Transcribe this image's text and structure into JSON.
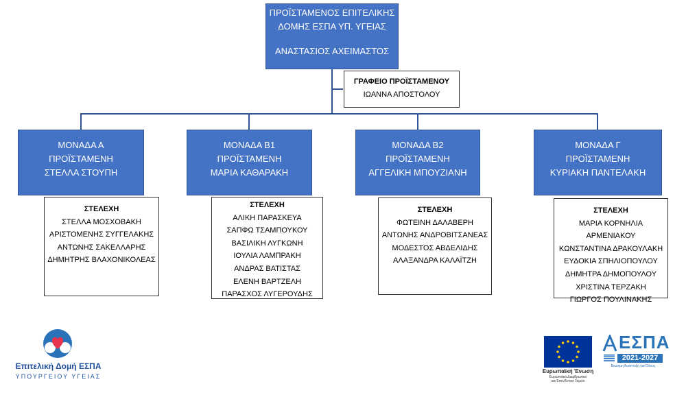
{
  "top": {
    "title_line1": "ΠΡΟΪΣΤΑΜΕΝΟΣ ΕΠΙΤΕΛΙΚΗΣ",
    "title_line2": "ΔΟΜΗΣ ΕΣΠΑ ΥΠ. ΥΓΕΙΑΣ",
    "name": "ΑΝΑΣΤΑΣΙΟΣ ΑΧΕΙΜΑΣΤΟΣ"
  },
  "office": {
    "title": "ΓΡΑΦΕΙΟ ΠΡΟΪΣΤΑΜΕΝΟΥ",
    "name": "ΙΩΑΝΝΑ ΑΠΟΣΤΟΛΟΥ"
  },
  "units": [
    {
      "title": "ΜΟΝΑΔΑ Α",
      "role": "ΠΡΟΪΣΤΑΜΕΝΗ",
      "head": "ΣΤΕΛΛΑ ΣΤΟΥΠΗ",
      "staff_title": "ΣΤΕΛΕΧΗ",
      "staff": [
        "ΣΤΕΛΛΑ ΜΟΣΧΟΒΑΚΗ",
        "ΑΡΙΣΤΟΜΕΝΗΣ ΣΥΓΓΕΛΑΚΗΣ",
        "ΑΝΤΩΝΗΣ ΣΑΚΕΛΛΑΡΗΣ",
        "ΔΗΜΗΤΡΗΣ ΒΛΑΧΟΝΙΚΟΛΕΑΣ"
      ]
    },
    {
      "title": "ΜΟΝΑΔΑ Β1",
      "role": "ΠΡΟΪΣΤΑΜΕΝΗ",
      "head": "ΜΑΡΙΑ ΚΑΘΑΡΑΚΗ",
      "staff_title": "ΣΤΕΛΕΧΗ",
      "staff": [
        "ΑΛΙΚΗ ΠΑΡΑΣΚΕΥΑ",
        "ΣΑΠΦΩ ΤΣΑΜΠΟΥΚΟΥ",
        "ΒΑΣΙΛΙΚΗ ΛΥΓΚΩΝΗ",
        "ΙΟΥΛΙΑ ΛΑΜΠΡΑΚΗ",
        "ΑΝΔΡΑΣ ΒΑΤΙΣΤΑΣ",
        "ΕΛΕΝΗ ΒΑΡΤΖΕΛΗ",
        "ΠΑΡΑΣΧΟΣ ΛΥΓΕΡΟΥΔΗΣ"
      ]
    },
    {
      "title": "ΜΟΝΑΔΑ Β2",
      "role": "ΠΡΟΪΣΤΑΜΕΝΗ",
      "head": "ΑΓΓΕΛΙΚΗ ΜΠΟΥΖΙΑΝΗ",
      "staff_title": "ΣΤΕΛΕΧΗ",
      "staff": [
        "ΦΩΤΕΙΝΗ ΔΑΛΑΒΕΡΗ",
        "ΑΝΤΩΝΗΣ ΑΝΔΡΟΒΙΤΣΑΝΕΑΣ",
        "ΜΟΔΕΣΤΟΣ ΑΒΔΕΛΙΔΗΣ",
        "ΑΛΑΞΑΝΔΡΑ ΚΑΛΑΪΤΖΗ"
      ]
    },
    {
      "title": "ΜΟΝΑΔΑ Γ",
      "role": "ΠΡΟΪΣΤΑΜΕΝΗ",
      "head": "ΚΥΡΙΑΚΗ ΠΑΝΤΕΛΑΚΗ",
      "staff_title": "ΣΤΕΛΕΧΗ",
      "staff": [
        "ΜΑΡΙΑ ΚΟΡΝΗΛΙΑ ΑΡΜΕΝΙΑΚΟΥ",
        "ΚΩΝΣΤΑΝΤΙΝΑ ΔΡΑΚΟΥΛΑΚΗ",
        "ΕΥΔΟΚΙΑ ΣΠΗΛΙΟΠΟΥΛΟΥ",
        "ΔΗΜΗΤΡΑ ΔΗΜΟΠΟΥΛΟΥ",
        "ΧΡΙΣΤΙΝΑ ΤΕΡΖΑΚΗ",
        "ΓΙΩΡΓΟΣ ΠΟΥΛΙΝΑΚΗΣ"
      ]
    }
  ],
  "logo_left": {
    "name": "Επιτελική Δομή ΕΣΠΑ",
    "ministry": "ΥΠΟΥΡΓΕΙΟΥ ΥΓΕΙΑΣ"
  },
  "logo_eu": {
    "label": "Ευρωπαϊκή Ένωση",
    "sub1": "Ευρωπαϊκό Διαρθρωτικό",
    "sub2": "και Επενδυτικό Ταμείο"
  },
  "logo_espa": {
    "title": "ΕΣΠΑ",
    "years": "2021-2027",
    "slogan": "Βιώσιμη Ανάπτυξη για Όλους"
  },
  "colors": {
    "unit_blue": "#4472c4",
    "connector": "#2f5597",
    "espa_blue": "#2b73b9",
    "eu_blue": "#003399",
    "eu_yellow": "#ffcc00"
  }
}
